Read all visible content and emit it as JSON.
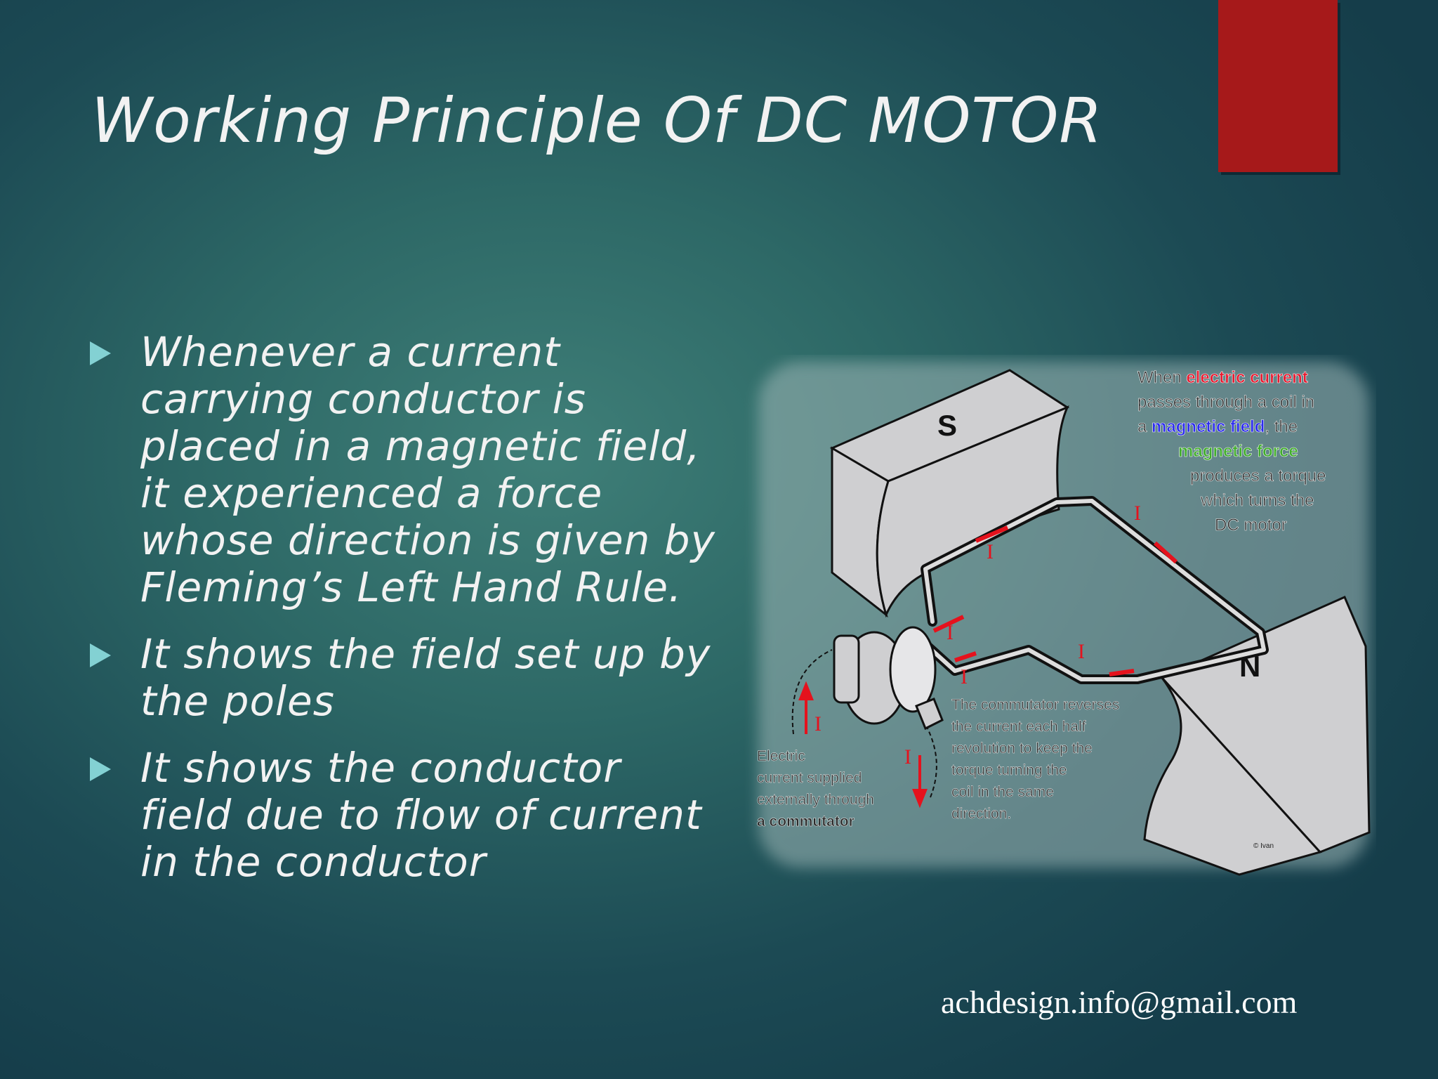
{
  "slide": {
    "title": "Working Principle Of DC MOTOR",
    "accent_color": "#a6191a",
    "bullets": [
      "Whenever a current carrying conductor is placed in a magnetic field, it experienced a force whose direction is given by Fleming’s Left Hand Rule.",
      "It shows the field set up by the poles",
      "It shows the conductor field due to flow of current in the conductor"
    ],
    "bullet_icon": "triangle-right-icon",
    "footer_email": "achdesign.info@gmail.com"
  },
  "diagram": {
    "pole_south": "S",
    "pole_north": "N",
    "current_symbol": "I",
    "caption_top": {
      "line1_prefix": "When ",
      "line1_highlight": "electric current",
      "line2": "passes through a  coil in",
      "line3_prefix": "a ",
      "line3_highlight": "magnetic field",
      "line3_suffix": ", the",
      "line4_highlight": "magnetic force",
      "line5": "produces a torque",
      "line6": "which turns the",
      "line7": "DC motor"
    },
    "caption_commutator": [
      "The commutator reverses",
      "the current each half",
      "revolution to keep the",
      "torque turning the",
      "coil in the same",
      "direction."
    ],
    "caption_supply": [
      "Electric",
      "current supplied",
      "externally through"
    ],
    "caption_supply_bold": "a commutator",
    "credit": "© Ivan",
    "colors": {
      "electric_current": "#e8182e",
      "magnetic_field": "#2b2bf0",
      "magnetic_force": "#3fae2a",
      "magnet": "#cfcfd1",
      "arrow": "#e5121d"
    }
  }
}
